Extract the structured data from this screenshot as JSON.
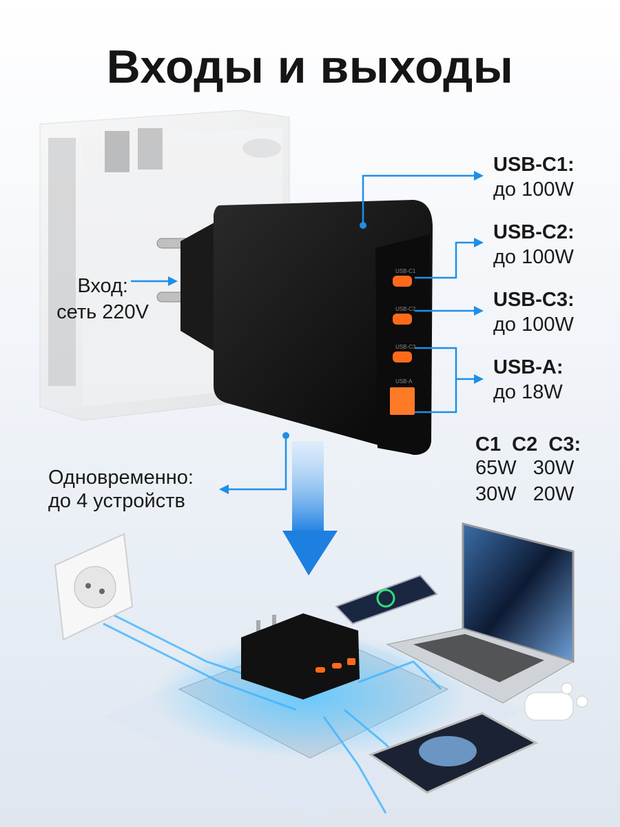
{
  "title": "Входы и выходы",
  "input": {
    "label": "Вход:",
    "value": "сеть 220V"
  },
  "simultaneous": {
    "label": "Одновременно:",
    "value": "до 4 устройств"
  },
  "ports": [
    {
      "name": "USB-C1:",
      "power": "до 100W"
    },
    {
      "name": "USB-C2:",
      "power": "до 100W"
    },
    {
      "name": "USB-C3:",
      "power": "до 100W"
    },
    {
      "name": "USB-A:",
      "power": "до 18W"
    }
  ],
  "combo": {
    "header": "C1  C2  C3:",
    "row1": "65W   30W",
    "row2": "30W   20W"
  },
  "port_labels": [
    "USB-C1",
    "USB-C2",
    "USB-C3",
    "USB-A"
  ],
  "colors": {
    "accent": "#1e8fe8",
    "port_orange": "#ff6a1a",
    "charger": "#121212"
  }
}
